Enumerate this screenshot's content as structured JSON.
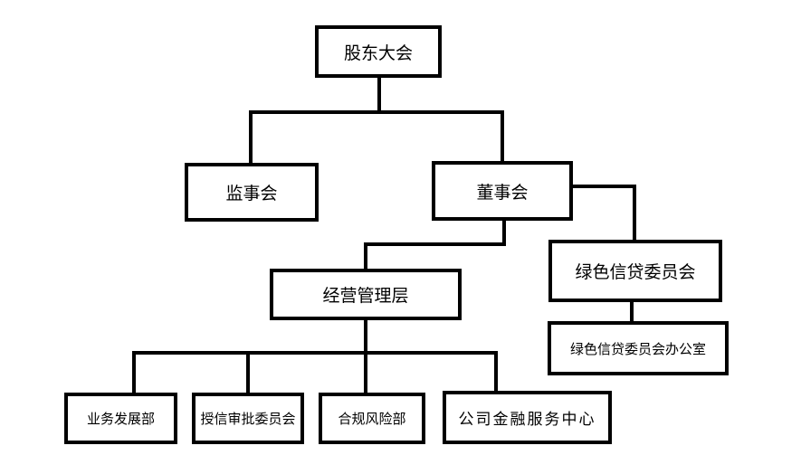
{
  "nodes": {
    "shareholders_meeting": "股东大会",
    "supervisory_board": "监事会",
    "board_of_directors": "董事会",
    "green_credit_committee": "绿色信贷委员会",
    "green_credit_committee_office": "绿色信贷委员会办公室",
    "management": "经营管理层",
    "business_development_dept": "业务发展部",
    "credit_approval_committee": "授信审批委员会",
    "compliance_risk_dept": "合规风险部",
    "financial_services_center": "公司金融服务中心"
  },
  "edges": [
    [
      "shareholders_meeting",
      "supervisory_board"
    ],
    [
      "shareholders_meeting",
      "board_of_directors"
    ],
    [
      "board_of_directors",
      "management"
    ],
    [
      "board_of_directors",
      "green_credit_committee"
    ],
    [
      "green_credit_committee",
      "green_credit_committee_office"
    ],
    [
      "management",
      "business_development_dept"
    ],
    [
      "management",
      "credit_approval_committee"
    ],
    [
      "management",
      "compliance_risk_dept"
    ],
    [
      "management",
      "financial_services_center"
    ]
  ]
}
